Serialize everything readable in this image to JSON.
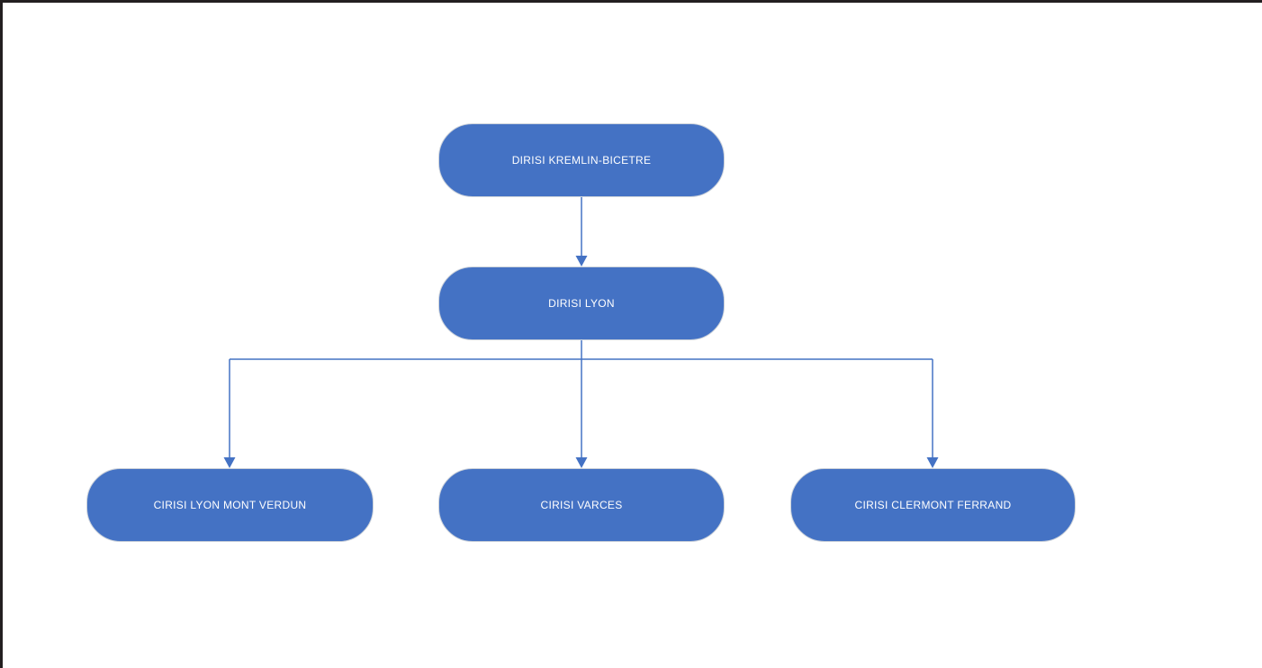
{
  "diagram": {
    "type": "org-chart",
    "colors": {
      "node_fill": "#4472C4",
      "node_border": "#CCD2DA",
      "node_text": "#FFFFFF",
      "connector": "#4472C4",
      "page_border": "#231F20",
      "canvas_background": "#FFFFFF"
    },
    "nodes": [
      {
        "id": "dirisi-kremlin-bicetre",
        "label": "DIRISI KREMLIN-BICETRE",
        "level": 1
      },
      {
        "id": "dirisi-lyon",
        "label": "DIRISI LYON",
        "level": 2
      },
      {
        "id": "cirisi-lyon-mont-verdun",
        "label": "CIRISI LYON MONT VERDUN",
        "level": 3
      },
      {
        "id": "cirisi-varces",
        "label": "CIRISI VARCES",
        "level": 3
      },
      {
        "id": "cirisi-clermont-ferrand",
        "label": "CIRISI CLERMONT FERRAND",
        "level": 3
      }
    ],
    "edges": [
      {
        "from": "DIRISI KREMLIN-BICETRE",
        "to": "DIRISI LYON",
        "arrow": "down"
      },
      {
        "from": "DIRISI LYON",
        "to": "CIRISI LYON MONT VERDUN",
        "arrow": "down"
      },
      {
        "from": "DIRISI LYON",
        "to": "CIRISI VARCES",
        "arrow": "down"
      },
      {
        "from": "DIRISI LYON",
        "to": "CIRISI CLERMONT FERRAND",
        "arrow": "down"
      }
    ]
  }
}
